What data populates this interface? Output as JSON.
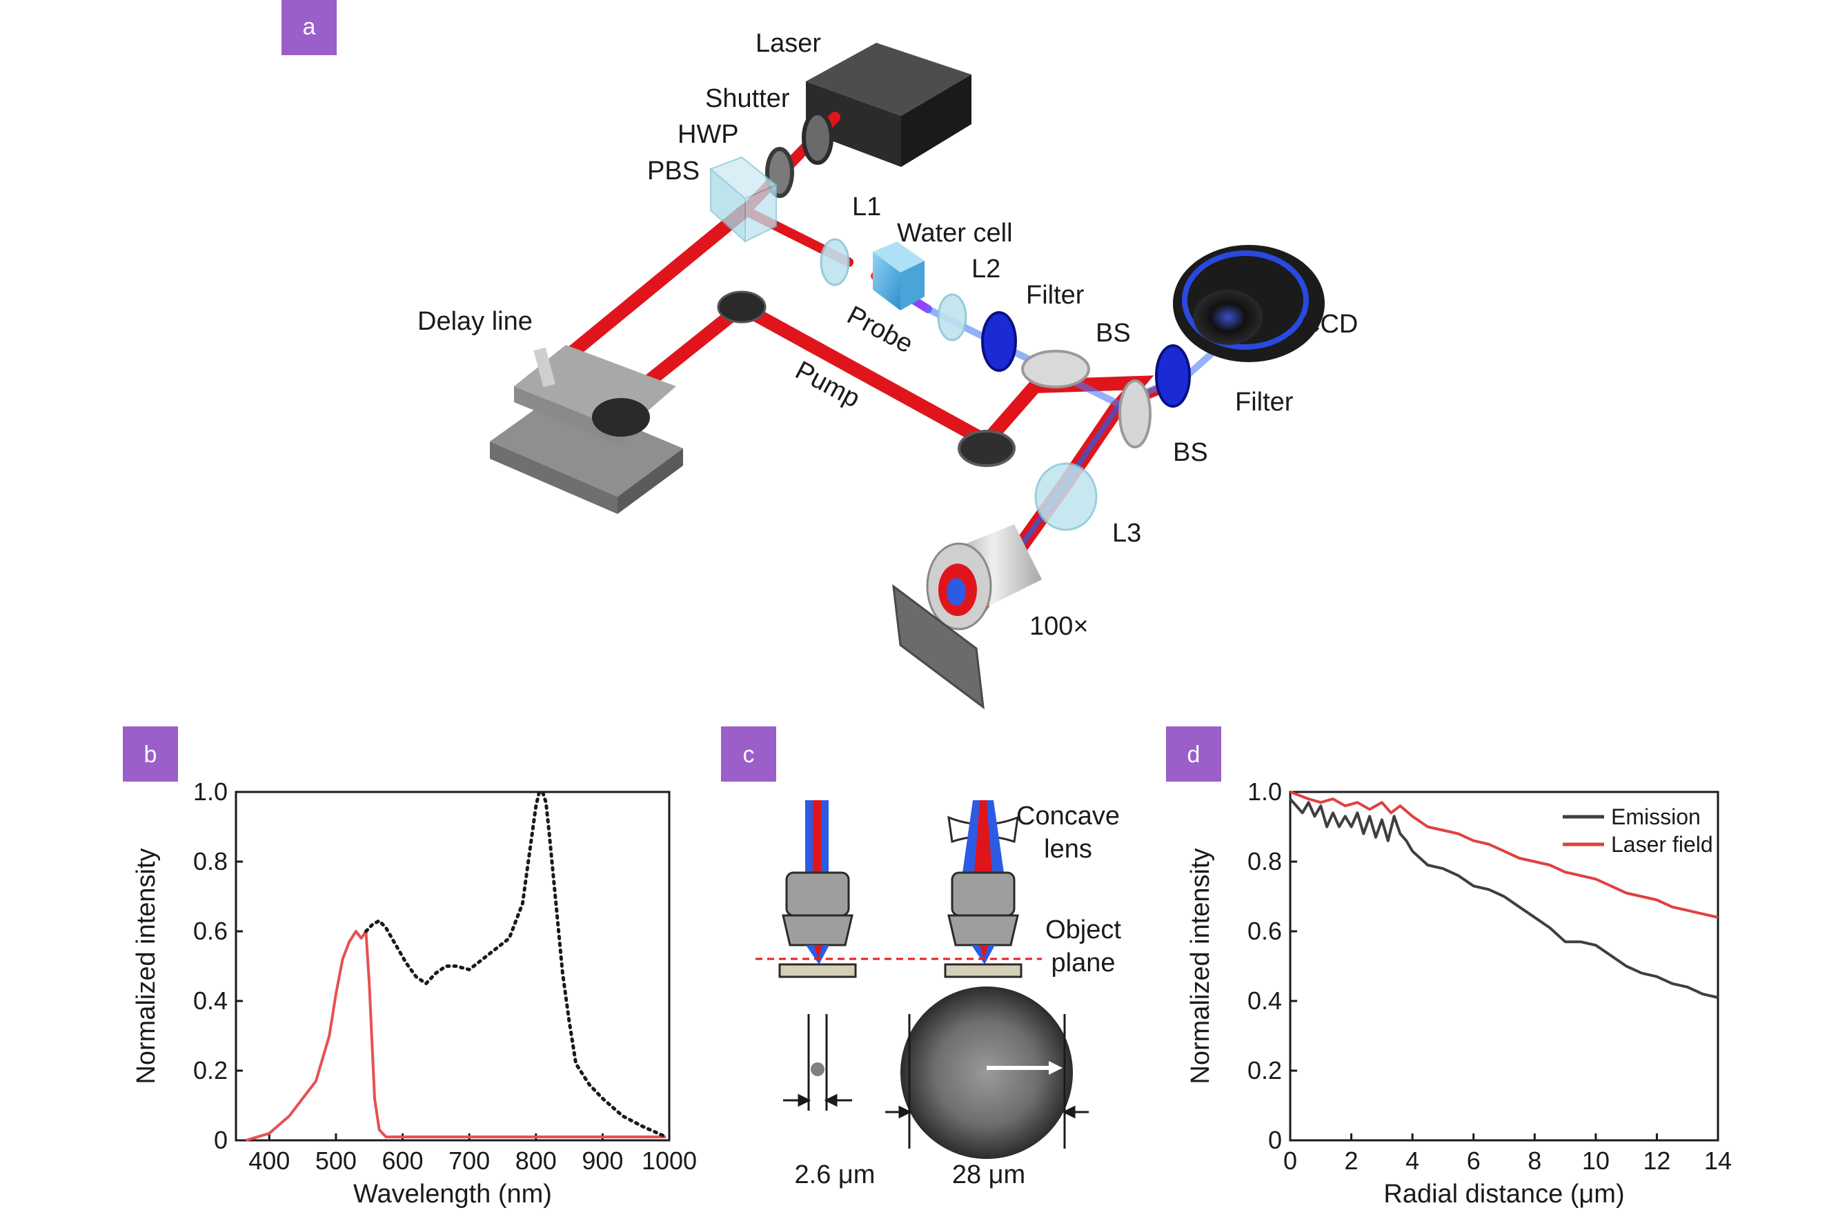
{
  "panels": {
    "a": "a",
    "b": "b",
    "c": "c",
    "d": "d"
  },
  "colors": {
    "badge": "#9b5fc9",
    "beam_red": "#e0151c",
    "beam_blue": "#2d5be3",
    "emission": "#3f3f3f",
    "laser_field": "#e04040",
    "spectrum_pump": "#e85050",
    "spectrum_dotted": "#1a1a1a",
    "object_plane": "#e02020"
  },
  "setup": {
    "laser": "Laser",
    "shutter": "Shutter",
    "hwp": "HWP",
    "pbs": "PBS",
    "l1": "L1",
    "water_cell": "Water cell",
    "l2": "L2",
    "filter_top": "Filter",
    "bs_top": "BS",
    "ccd": "CCD",
    "filter_right": "Filter",
    "bs_right": "BS",
    "l3": "L3",
    "objective": "100×",
    "delay_line": "Delay line",
    "probe": "Probe",
    "pump": "Pump"
  },
  "panel_c": {
    "concave_lens_1": "Concave",
    "concave_lens_2": "lens",
    "object_plane_1": "Object",
    "object_plane_2": "plane",
    "size_small": "2.6 μm",
    "size_large": "28 μm",
    "icons": [
      "objective-icon",
      "concave-lens-icon",
      "sample-slide-icon",
      "focal-spot-icon",
      "double-arrow-icon"
    ]
  },
  "chart_data": [
    {
      "type": "line",
      "xlabel": "Wavelength (nm)",
      "ylabel": "Normalized intensity",
      "xlim": [
        350,
        1000
      ],
      "ylim": [
        0,
        1.0
      ],
      "xticks": [
        "400",
        "500",
        "600",
        "700",
        "800",
        "900",
        "1000"
      ],
      "yticks": [
        "0",
        "0.2",
        "0.4",
        "0.6",
        "0.8",
        "1.0"
      ],
      "grid": false,
      "series": [
        {
          "style": "solid",
          "color": "#e85050",
          "x": [
            365,
            400,
            430,
            450,
            470,
            490,
            500,
            510,
            520,
            530,
            538,
            545,
            550,
            558,
            565,
            575,
            600,
            700,
            800,
            900,
            995
          ],
          "y": [
            0.0,
            0.02,
            0.07,
            0.12,
            0.17,
            0.3,
            0.42,
            0.52,
            0.57,
            0.6,
            0.58,
            0.6,
            0.45,
            0.12,
            0.03,
            0.01,
            0.01,
            0.01,
            0.01,
            0.01,
            0.01
          ]
        },
        {
          "style": "dotted",
          "color": "#1a1a1a",
          "x": [
            545,
            555,
            565,
            575,
            590,
            605,
            620,
            635,
            650,
            665,
            680,
            700,
            720,
            740,
            760,
            780,
            790,
            800,
            805,
            810,
            815,
            820,
            830,
            840,
            850,
            860,
            880,
            900,
            930,
            960,
            995
          ],
          "y": [
            0.6,
            0.62,
            0.63,
            0.61,
            0.56,
            0.51,
            0.47,
            0.45,
            0.48,
            0.5,
            0.5,
            0.49,
            0.52,
            0.55,
            0.58,
            0.68,
            0.82,
            0.96,
            1.0,
            1.0,
            0.97,
            0.88,
            0.68,
            0.48,
            0.34,
            0.22,
            0.16,
            0.12,
            0.07,
            0.04,
            0.01
          ]
        }
      ]
    },
    {
      "type": "line",
      "xlabel": "Radial distance (μm)",
      "ylabel": "Normalized intensity",
      "xlim": [
        0,
        14
      ],
      "ylim": [
        0,
        1.0
      ],
      "xticks": [
        "0",
        "2",
        "4",
        "6",
        "8",
        "10",
        "12",
        "14"
      ],
      "yticks": [
        "0",
        "0.2",
        "0.4",
        "0.6",
        "0.8",
        "1.0"
      ],
      "grid": false,
      "legend": "top-right",
      "series": [
        {
          "name": "Emission",
          "color": "#3f3f3f",
          "x": [
            0,
            0.2,
            0.4,
            0.6,
            0.8,
            1.0,
            1.2,
            1.4,
            1.6,
            1.8,
            2.0,
            2.2,
            2.4,
            2.6,
            2.8,
            3.0,
            3.2,
            3.4,
            3.6,
            3.8,
            4.0,
            4.5,
            5.0,
            5.5,
            6.0,
            6.5,
            7.0,
            7.5,
            8.0,
            8.5,
            9.0,
            9.5,
            10.0,
            10.5,
            11.0,
            11.5,
            12.0,
            12.5,
            13.0,
            13.5,
            14.0
          ],
          "y": [
            0.98,
            0.96,
            0.94,
            0.97,
            0.93,
            0.96,
            0.9,
            0.94,
            0.9,
            0.93,
            0.9,
            0.94,
            0.88,
            0.93,
            0.87,
            0.92,
            0.86,
            0.93,
            0.88,
            0.86,
            0.83,
            0.79,
            0.78,
            0.76,
            0.73,
            0.72,
            0.7,
            0.67,
            0.64,
            0.61,
            0.57,
            0.57,
            0.56,
            0.53,
            0.5,
            0.48,
            0.47,
            0.45,
            0.44,
            0.42,
            0.41
          ]
        },
        {
          "name": "Laser field",
          "color": "#e04040",
          "x": [
            0,
            0.3,
            0.6,
            1.0,
            1.4,
            1.8,
            2.2,
            2.6,
            3.0,
            3.3,
            3.6,
            4.0,
            4.5,
            5.0,
            5.5,
            6.0,
            6.5,
            7.0,
            7.5,
            8.0,
            8.5,
            9.0,
            9.5,
            10.0,
            10.5,
            11.0,
            11.5,
            12.0,
            12.5,
            13.0,
            13.5,
            14.0
          ],
          "y": [
            1.0,
            0.99,
            0.98,
            0.97,
            0.98,
            0.96,
            0.97,
            0.95,
            0.97,
            0.94,
            0.96,
            0.93,
            0.9,
            0.89,
            0.88,
            0.86,
            0.85,
            0.83,
            0.81,
            0.8,
            0.79,
            0.77,
            0.76,
            0.75,
            0.73,
            0.71,
            0.7,
            0.69,
            0.67,
            0.66,
            0.65,
            0.64
          ]
        }
      ]
    }
  ]
}
